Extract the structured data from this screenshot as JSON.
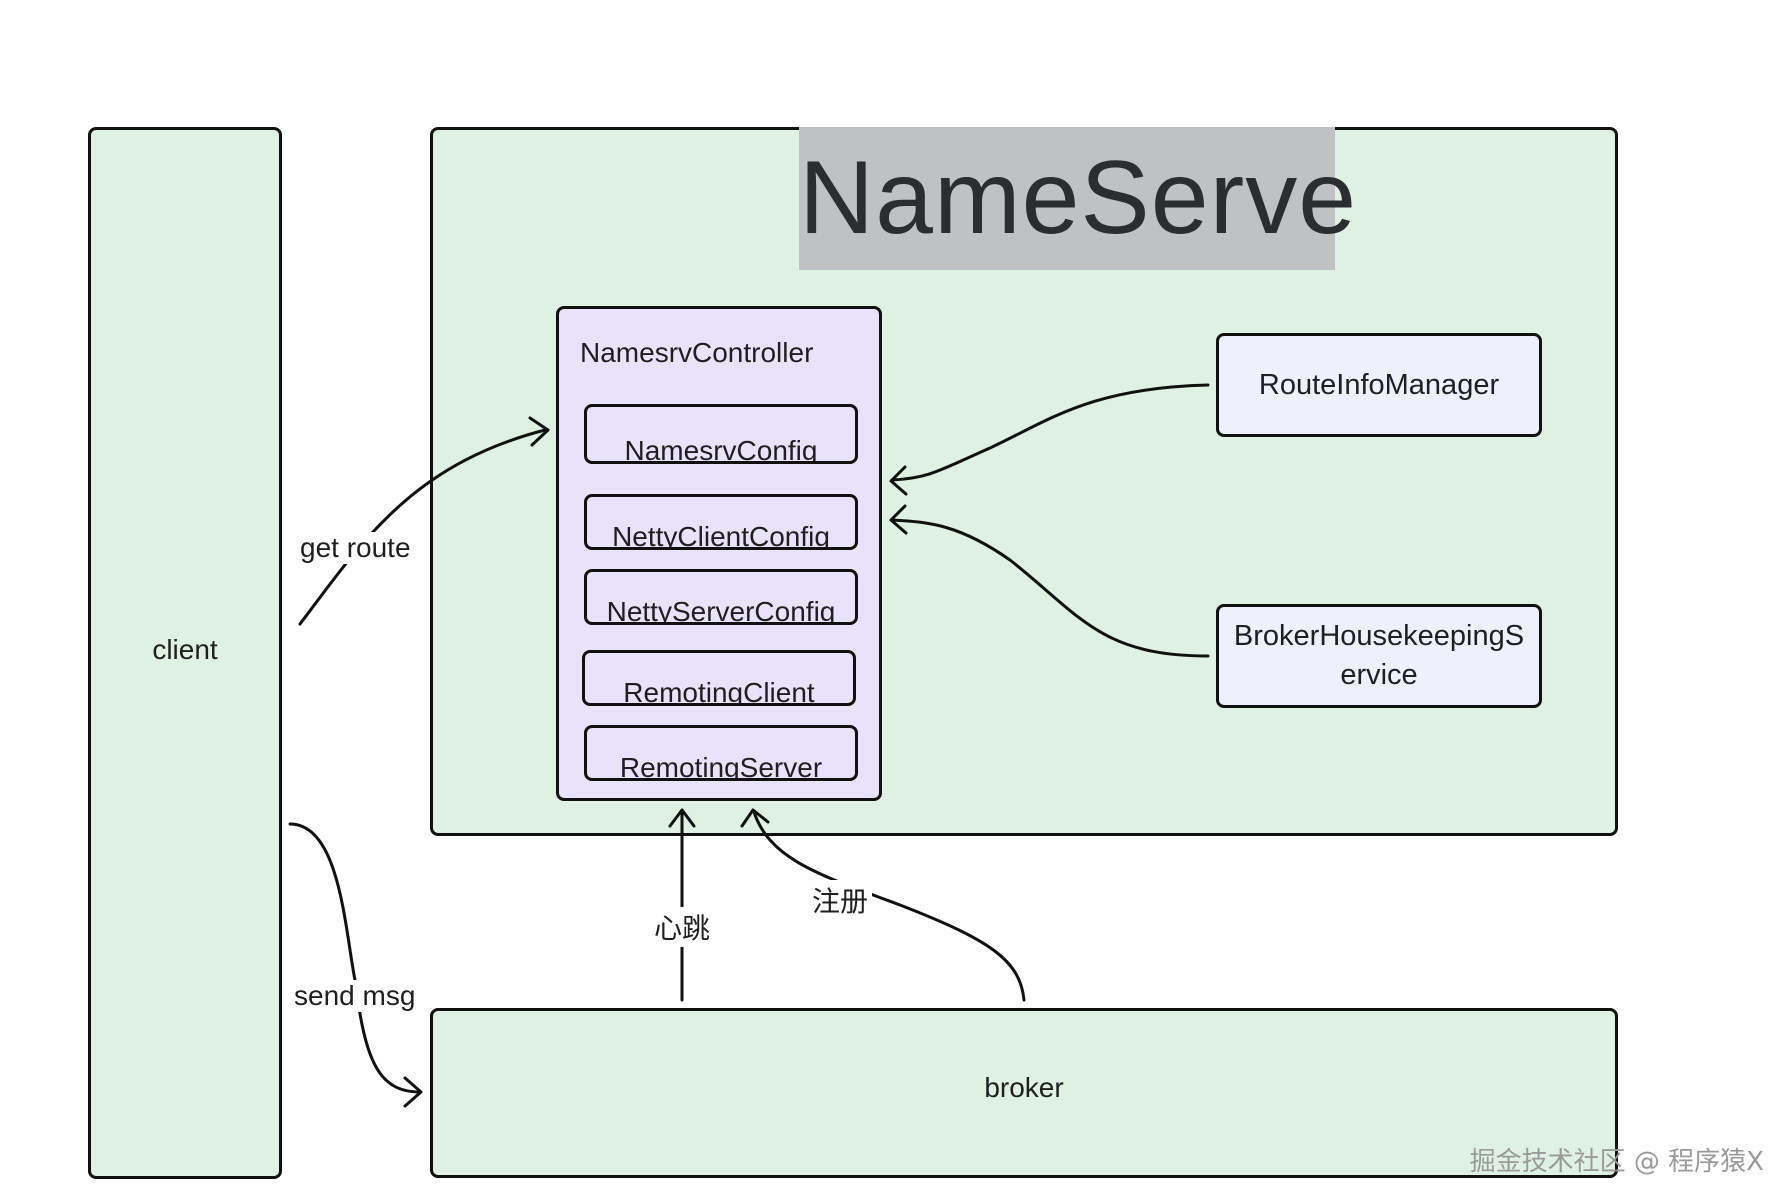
{
  "nodes": {
    "client": "client",
    "nameserve_title": "NameServe",
    "controller": "NamesrvController",
    "namesrv_config": "NamesrvConfig",
    "netty_client_config": "NettyClientConfig",
    "netty_server_config": "NettyServerConfig",
    "remoting_client": "RemotingClient",
    "remoting_server": "RemotingServer",
    "route_info_manager": "RouteInfoManager",
    "broker_housekeeping": "BrokerHousekeepingS ervice",
    "broker": "broker"
  },
  "edges": {
    "get_route": "get route",
    "send_msg": "send msg",
    "heartbeat": "心跳",
    "register": "注册"
  },
  "watermark": "掘金技术社区 @ 程序猿X",
  "colors": {
    "green_fill": "#dff1e2",
    "purple_fill": "#e8e2fa",
    "blue_fill": "#eef0fb",
    "title_bg": "#bfc1c3"
  }
}
